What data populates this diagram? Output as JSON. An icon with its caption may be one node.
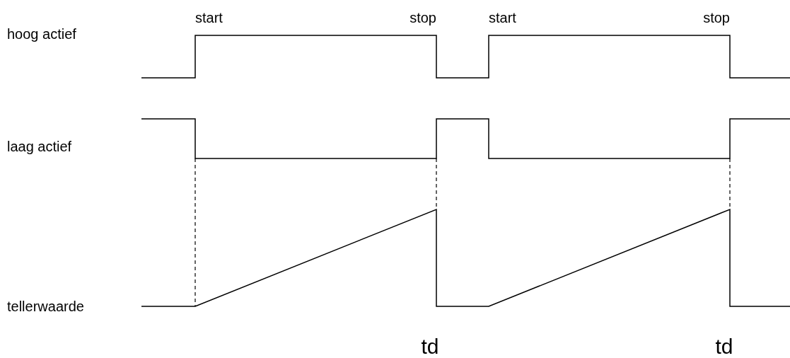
{
  "diagram": {
    "labels": [
      "start",
      "stop",
      "start",
      "stop",
      "hoog actief",
      "laag actief",
      "tellerwaarde",
      "td",
      "td"
    ]
  }
}
